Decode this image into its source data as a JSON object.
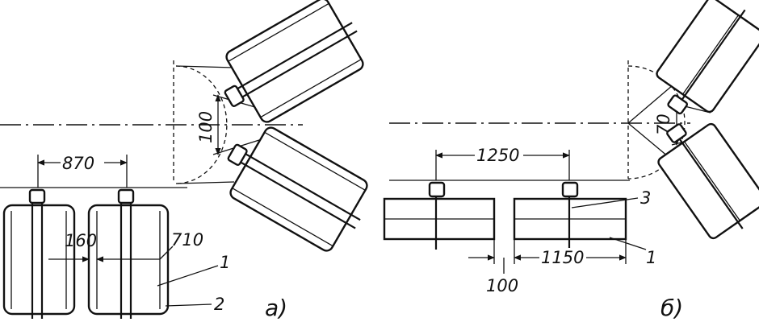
{
  "figure_a": {
    "dimensions": {
      "pitch": "870",
      "gap": "160",
      "roller_width": "710",
      "rise": "100"
    },
    "callouts": {
      "roller": "1",
      "axle": "2"
    },
    "caption": "а)"
  },
  "figure_b": {
    "dimensions": {
      "pitch": "1250",
      "gap": "100",
      "roller_length": "1150",
      "rise": "70"
    },
    "callouts": {
      "support": "3",
      "roller": "1"
    },
    "caption": "б)"
  }
}
